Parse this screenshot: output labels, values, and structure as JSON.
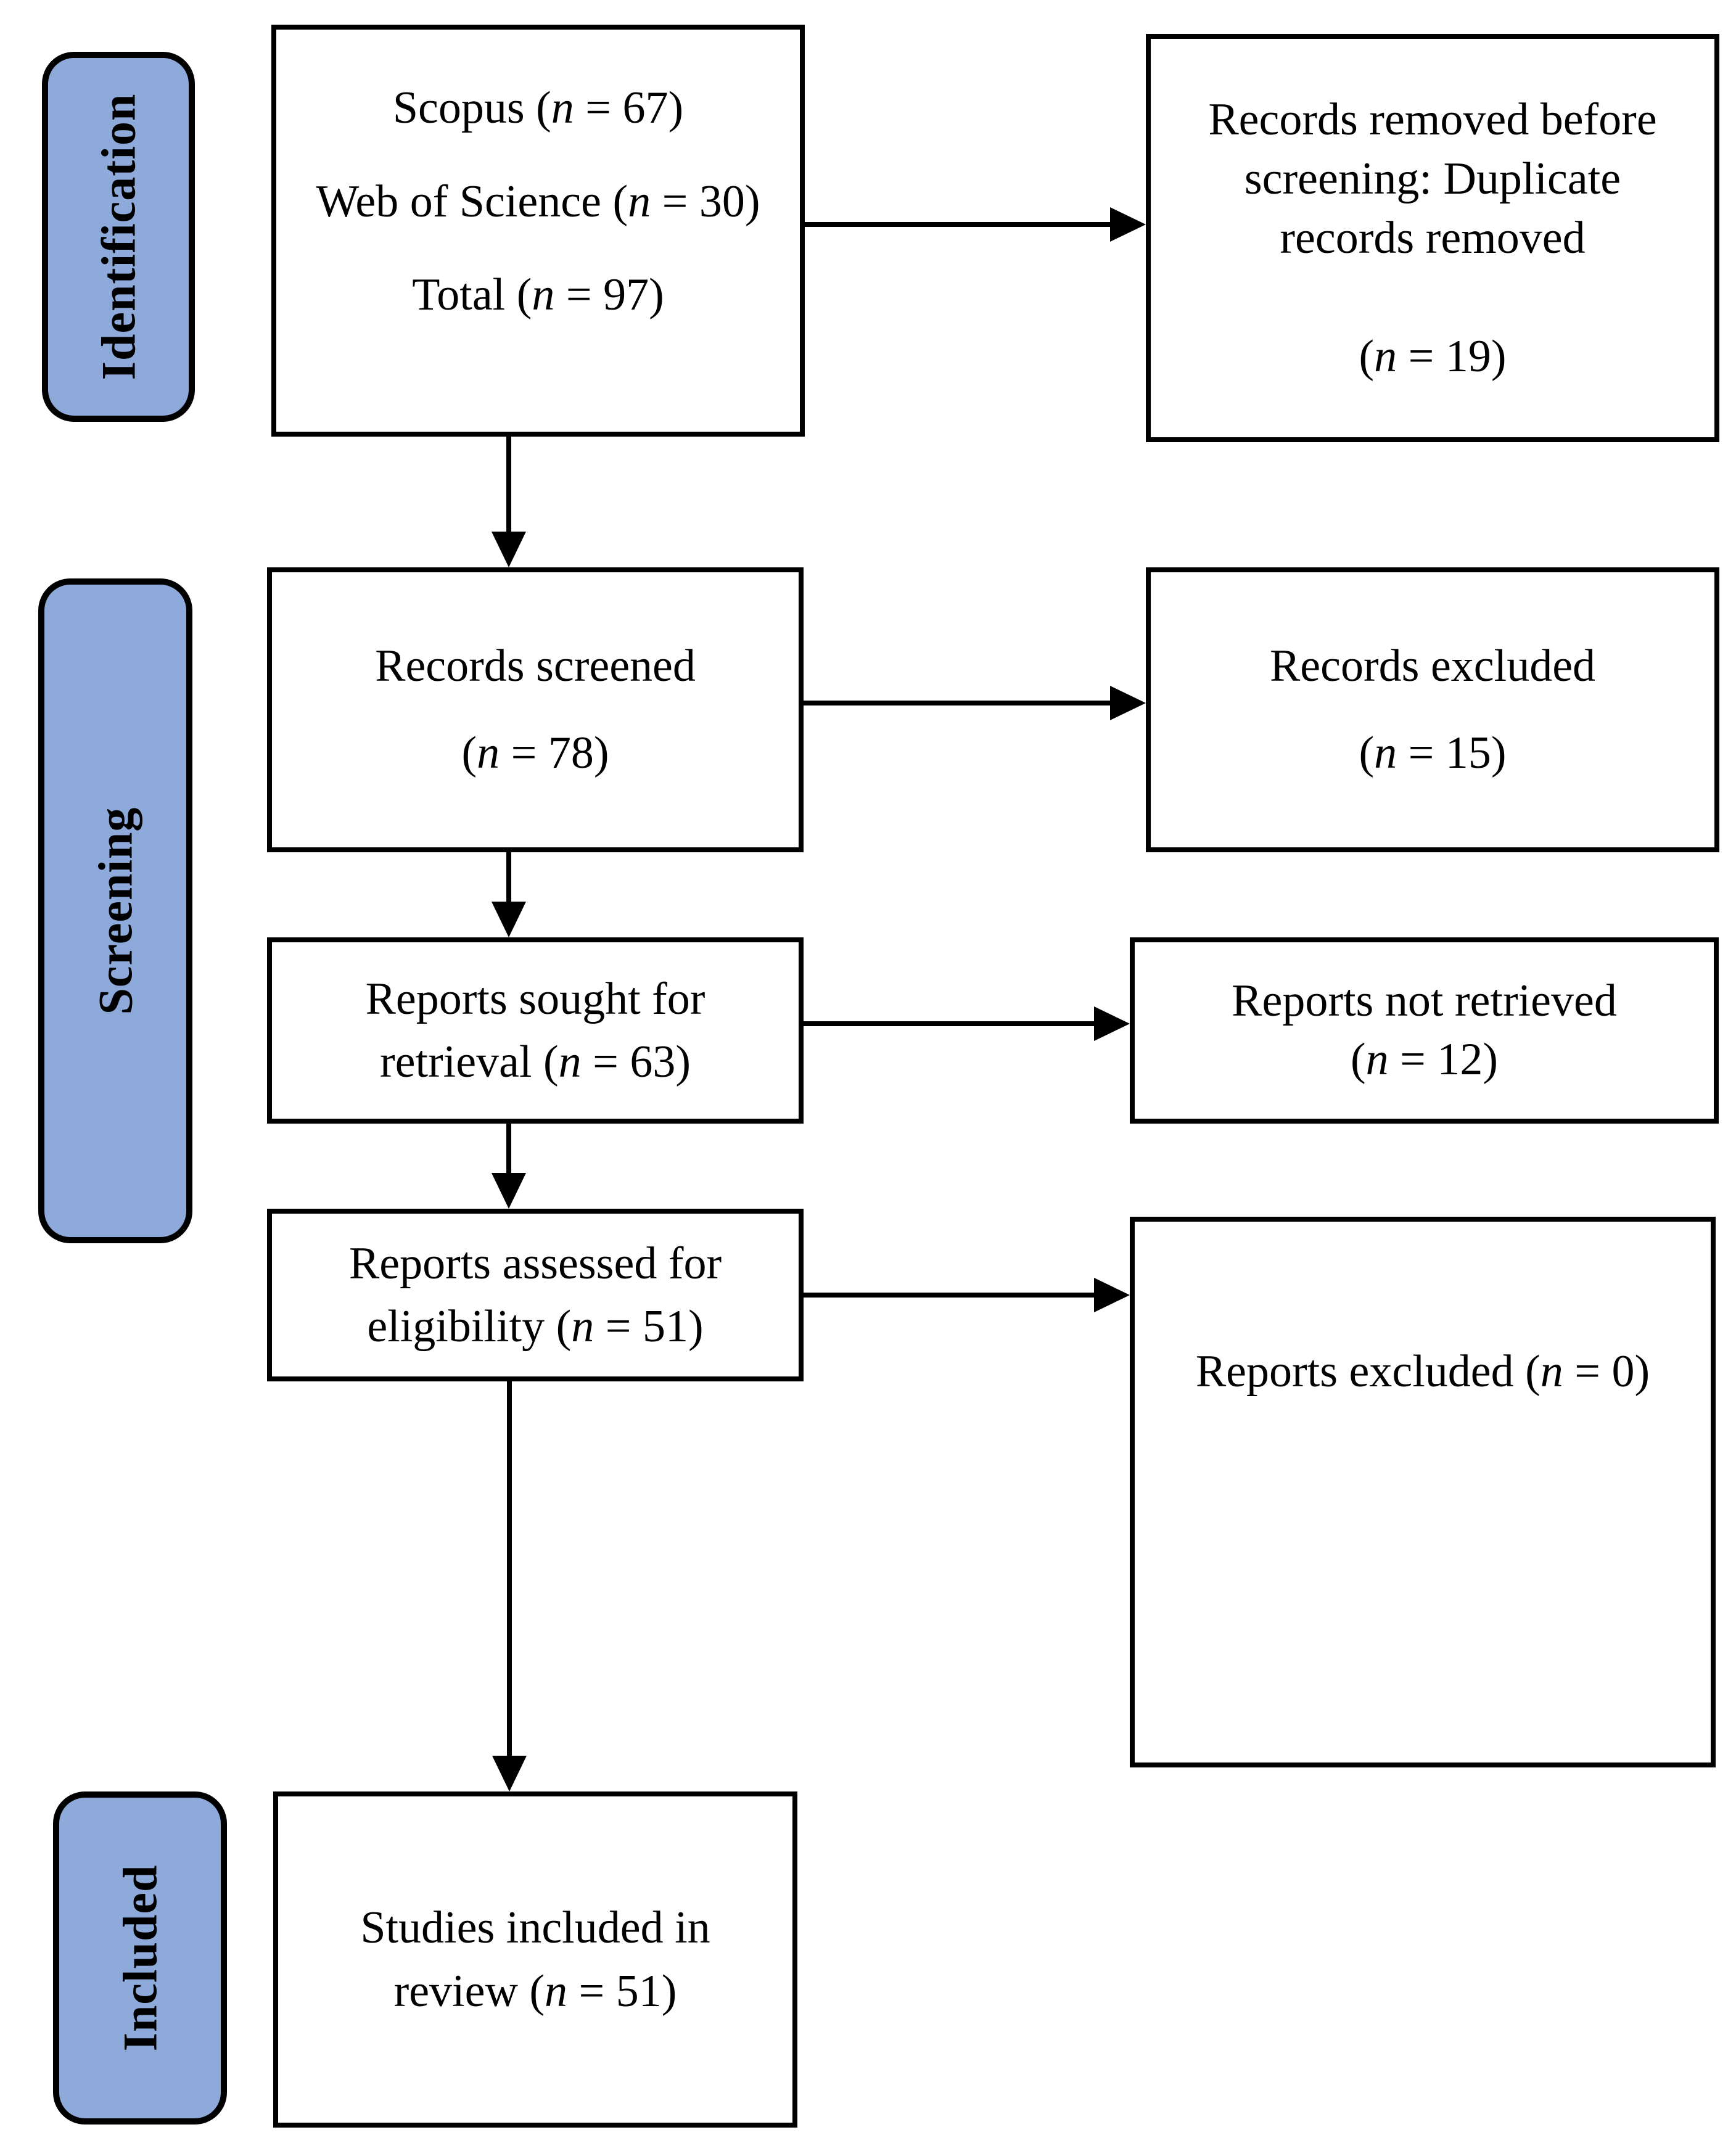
{
  "diagram_type": "prisma-flow",
  "colors": {
    "stage_fill": "#8EAADB",
    "stage_border": "#000000",
    "box_fill": "#FFFFFF",
    "box_border": "#000000",
    "arrow": "#000000",
    "text": "#000000"
  },
  "stages": [
    {
      "label": "Identification"
    },
    {
      "label": "Screening"
    },
    {
      "label": "Included"
    }
  ],
  "boxes": {
    "identified": {
      "lines": [
        "Scopus (n = 67)",
        "Web of Science (n = 30)",
        "Total (n = 97)"
      ]
    },
    "removed_before_screening": {
      "lines": [
        "Records removed before",
        "screening: Duplicate",
        "records removed",
        "",
        "(n = 19)"
      ]
    },
    "records_screened": {
      "lines": [
        "Records screened",
        "(n = 78)"
      ]
    },
    "records_excluded": {
      "lines": [
        "Records excluded",
        "(n = 15)"
      ]
    },
    "reports_sought": {
      "lines": [
        "Reports sought for",
        "retrieval (n = 63)"
      ]
    },
    "reports_not_retrieved": {
      "lines": [
        "Reports not retrieved",
        "(n = 12)"
      ]
    },
    "reports_assessed": {
      "lines": [
        "Reports assessed for",
        "eligibility (n = 51)"
      ]
    },
    "reports_excluded": {
      "lines": [
        "Reports excluded (n = 0)"
      ]
    },
    "studies_included": {
      "lines": [
        "Studies included in",
        "review (n = 51)"
      ]
    }
  }
}
